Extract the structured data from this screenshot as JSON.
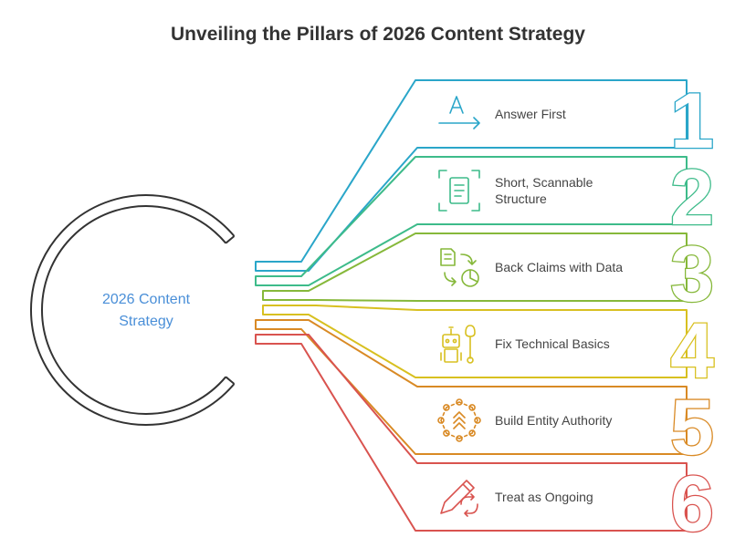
{
  "title": "Unveiling the Pillars of 2026 Content Strategy",
  "hub": {
    "label_line1": "2026 Content",
    "label_line2": "Strategy",
    "label_color": "#4a8fd8",
    "ring_color": "#333333"
  },
  "items": [
    {
      "number": "1",
      "label_lines": [
        "Answer First"
      ],
      "color": "#2aa6c9",
      "icon": "font-arrow-icon"
    },
    {
      "number": "2",
      "label_lines": [
        "Short, Scannable",
        "Structure"
      ],
      "color": "#3dbb8a",
      "icon": "document-scan-icon"
    },
    {
      "number": "3",
      "label_lines": [
        "Back Claims with Data"
      ],
      "color": "#86b83a",
      "icon": "document-chart-icon"
    },
    {
      "number": "4",
      "label_lines": [
        "Fix Technical Basics"
      ],
      "color": "#d8c020",
      "icon": "robot-wrench-icon"
    },
    {
      "number": "5",
      "label_lines": [
        "Build Entity Authority"
      ],
      "color": "#d98a25",
      "icon": "network-chevrons-icon"
    },
    {
      "number": "6",
      "label_lines": [
        "Treat as Ongoing"
      ],
      "color": "#d9534f",
      "icon": "pencil-cycle-icon"
    }
  ]
}
